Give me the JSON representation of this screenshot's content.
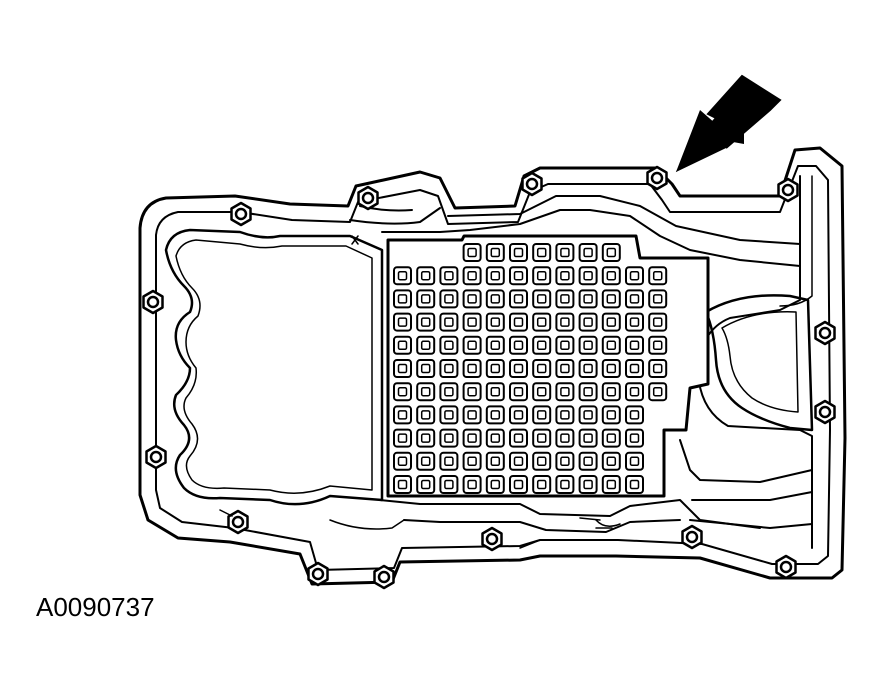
{
  "figure": {
    "code": "A0090737",
    "subject": "oil-pan",
    "pointer": "arrow-to-bolt",
    "colors": {
      "ink": "#000000",
      "paper": "#ffffff"
    },
    "windage_grid": {
      "rows": 11,
      "cols": 12
    }
  }
}
